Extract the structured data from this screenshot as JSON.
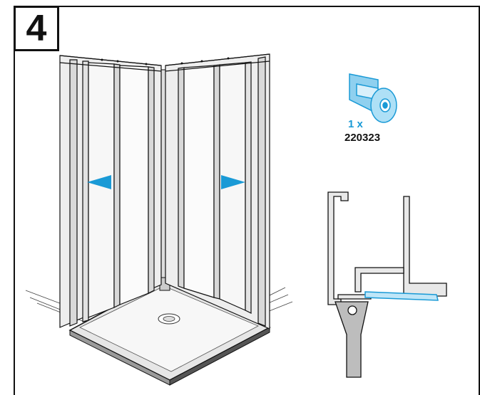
{
  "step": {
    "number": "4"
  },
  "part": {
    "quantity": "1 x",
    "code": "220323"
  },
  "colors": {
    "accent": "#1a9ad6",
    "line": "#111111",
    "frame_fill": "#e9e9e9",
    "glass": "#f2f2f2"
  },
  "icons": {
    "left_arrow": "arrow-left-icon",
    "right_arrow": "arrow-right-icon",
    "part_icon": "end-cap-part-icon"
  }
}
